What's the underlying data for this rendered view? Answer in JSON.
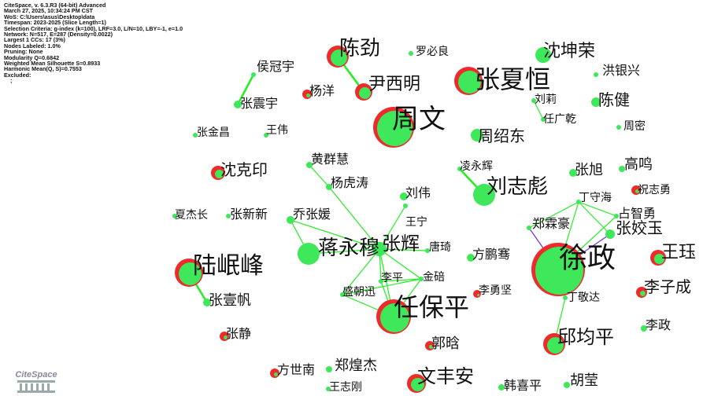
{
  "info": [
    "CiteSpace, v. 6.3.R3 (64-bit) Advanced",
    "March 27, 2025, 10:34:24 PM CST",
    "WoS: C:\\Users\\asus\\Desktop\\data",
    "Timespan: 2023-2025 (Slice Length=1)",
    "Selection Criteria: g-index (k=100), LRF=3.0, L/N=10, LBY=-1, e=1.0",
    "Network: N=517, E=287 (Density=0.0022)",
    "Largest 1 CCs: 17 (3%)",
    "Nodes Labeled: 1.0%",
    "Pruning: None",
    "Modularity Q=0.6842",
    "Weighted Mean Silhouette S=0.8933",
    "Harmonic Mean(Q, S)=0.7553",
    "Excluded:",
    "    ;"
  ],
  "logo_text": "CiteSpace",
  "colors": {
    "node": "#3ee85a",
    "burst": "#ee2a2a",
    "edge": "#22ee22",
    "edge_alt": "#7a2ae0"
  },
  "nodes": [
    "陈劲",
    "罗必良",
    "张夏恒",
    "沈坤荣",
    "洪银兴",
    "侯冠宇",
    "杨洋",
    "尹西明",
    "张震宇",
    "刘莉",
    "陈健",
    "周文",
    "任广乾",
    "张金昌",
    "王伟",
    "周绍东",
    "周密",
    "黄群慧",
    "凌永辉",
    "张旭",
    "高鸣",
    "沈克印",
    "杨虎涛",
    "刘伟",
    "刘志彪",
    "丁守海",
    "祝志勇",
    "夏杰长",
    "张新新",
    "乔张媛",
    "王宁",
    "占智勇",
    "郑霖豪",
    "张姣玉",
    "蒋永穆",
    "张辉",
    "唐琦",
    "方鹏骞",
    "徐政",
    "王珏",
    "陆岷峰",
    "李平",
    "金碚",
    "李子成",
    "盛朝迅",
    "李勇坚",
    "丁敬达",
    "张壹帆",
    "任保平",
    "李政",
    "邱均平",
    "郭晗",
    "张静",
    "方世南",
    "郑煌杰",
    "文丰安",
    "王志刚",
    "韩喜平",
    "胡莹"
  ],
  "edges": [
    [
      "陈劲",
      "尹西明"
    ],
    [
      "侯冠宇",
      "张震宇"
    ],
    [
      "陆岷峰",
      "张壹帆"
    ],
    [
      "凌永辉",
      "刘志彪"
    ],
    [
      "刘莉",
      "任广乾"
    ],
    [
      "黄群慧",
      "杨虎涛"
    ],
    [
      "乔张媛",
      "蒋永穆"
    ],
    [
      "蒋永穆",
      "张辉"
    ],
    [
      "杨虎涛",
      "张辉"
    ],
    [
      "张辉",
      "王宁"
    ],
    [
      "张辉",
      "唐琦"
    ],
    [
      "张辉",
      "李平"
    ],
    [
      "张辉",
      "金碚"
    ],
    [
      "张辉",
      "盛朝迅"
    ],
    [
      "任保平",
      "李平"
    ],
    [
      "任保平",
      "金碚"
    ],
    [
      "任保平",
      "盛朝迅"
    ],
    [
      "任保平",
      "张辉"
    ],
    [
      "乔张媛",
      "张辉"
    ],
    [
      "李平",
      "金碚"
    ],
    [
      "盛朝迅",
      "金碚"
    ],
    [
      "丁守海",
      "郑霖豪"
    ],
    [
      "丁守海",
      "占智勇"
    ],
    [
      "丁守海",
      "张姣玉"
    ],
    [
      "丁守海",
      "徐政"
    ],
    [
      "徐政",
      "占智勇"
    ],
    [
      "徐政",
      "丁敬达"
    ],
    [
      "丁敬达",
      "邱均平"
    ],
    [
      "郑霖豪",
      "徐政"
    ],
    [
      "张姣玉",
      "徐政"
    ]
  ]
}
